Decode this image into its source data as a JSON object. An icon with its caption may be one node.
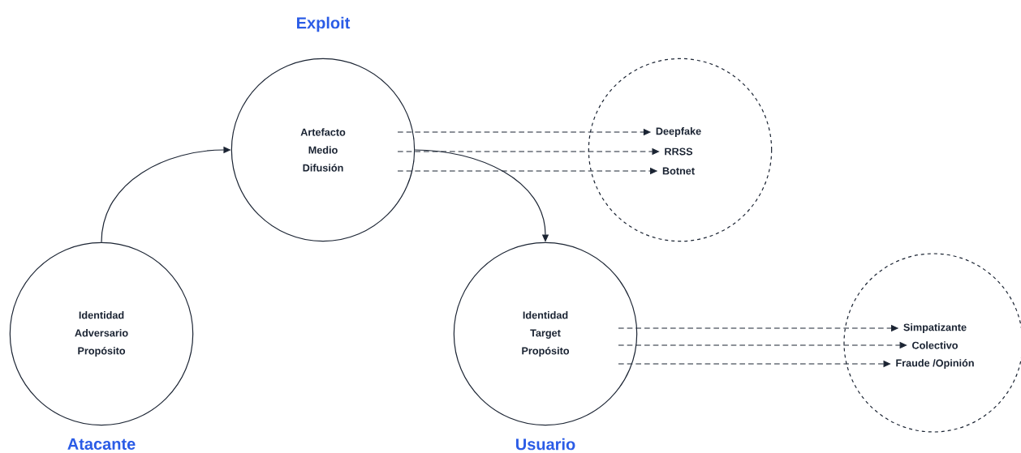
{
  "diagram": {
    "nodes": [
      {
        "text": [
          "Exploit",
          "Artefacto Medio Difusión"
        ]
      },
      {
        "text": [],
        "shape": "circle"
      },
      {
        "text": [
          "Deepfake"
        ],
        "in": 1
      },
      {
        "text": [
          "RRSS"
        ],
        "in": 1
      },
      {
        "text": [
          "Botnet"
        ],
        "in": 1
      },
      {
        "text": [
          "Identidad Adversario Propósito",
          "Atacante"
        ]
      },
      {
        "text": [
          "Identidad Target Propósito",
          "Usuario"
        ]
      },
      {
        "text": [],
        "shape": "circle"
      },
      {
        "text": [
          "Simpatizante"
        ],
        "in": 7
      },
      {
        "text": [
          "Colectivo"
        ],
        "in": 7
      },
      {
        "text": [
          "Fraude /Opinión"
        ],
        "in": 7
      }
    ],
    "edges": [
      {
        "from": 5,
        "to": 0,
        "arrow": "to"
      },
      {
        "from": 0,
        "to": 6,
        "arrow": "to"
      },
      {
        "from": 0,
        "to": 2,
        "arrow": "to",
        "style": "dashed"
      },
      {
        "from": 0,
        "to": 3,
        "arrow": "to",
        "style": "dashed"
      },
      {
        "from": 0,
        "to": 4,
        "arrow": "to",
        "style": "dashed"
      },
      {
        "from": 6,
        "to": 8,
        "arrow": "to",
        "style": "dashed"
      },
      {
        "from": 6,
        "to": 9,
        "arrow": "to",
        "style": "dashed"
      },
      {
        "from": 6,
        "to": 10,
        "arrow": "to",
        "style": "dashed"
      }
    ]
  }
}
